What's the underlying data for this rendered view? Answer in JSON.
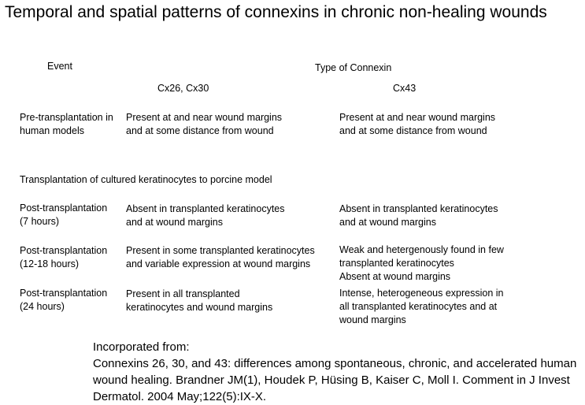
{
  "title": "Temporal and spatial patterns of connexins in chronic non-healing wounds",
  "headers": {
    "event": "Event",
    "type_of_connexin": "Type of Connexin",
    "cx26_cx30": "Cx26, Cx30",
    "cx43": "Cx43"
  },
  "section_label": "Transplantation of cultured keratinocytes to porcine model",
  "rows": [
    {
      "event": [
        "Pre-transplantation in",
        "human models"
      ],
      "cx26_cx30": [
        "Present at and near wound margins",
        "and at some distance from wound"
      ],
      "cx43": [
        "Present at and near wound margins",
        "and at some distance from wound"
      ]
    },
    {
      "event": [
        "Post-transplantation",
        "(7 hours)"
      ],
      "cx26_cx30": [
        "Absent in transplanted keratinocytes",
        "and at wound margins"
      ],
      "cx43": [
        "Absent in transplanted keratinocytes",
        "and at wound margins"
      ]
    },
    {
      "event": [
        "Post-transplantation",
        "(12-18 hours)"
      ],
      "cx26_cx30": [
        "Present in some transplanted keratinocytes",
        "and variable expression at wound margins"
      ],
      "cx43": [
        "Weak and hetergenously found in few",
        "transplanted keratinocytes",
        "Absent at wound margins"
      ]
    },
    {
      "event": [
        "Post-transplantation",
        "(24 hours)"
      ],
      "cx26_cx30": [
        "Present in all transplanted",
        "keratinocytes and wound margins"
      ],
      "cx43": [
        "Intense, heterogeneous expression in",
        "all transplanted keratinocytes and at",
        "wound margins"
      ]
    }
  ],
  "reference": {
    "heading": "Incorporated from:",
    "lines": [
      "Connexins 26, 30, and 43: differences among spontaneous, chronic, and accelerated human",
      "wound healing. Brandner JM(1), Houdek P, Hüsing B, Kaiser C, Moll I. Comment in J Invest",
      "Dermatol. 2004 May;122(5):IX-X."
    ]
  }
}
